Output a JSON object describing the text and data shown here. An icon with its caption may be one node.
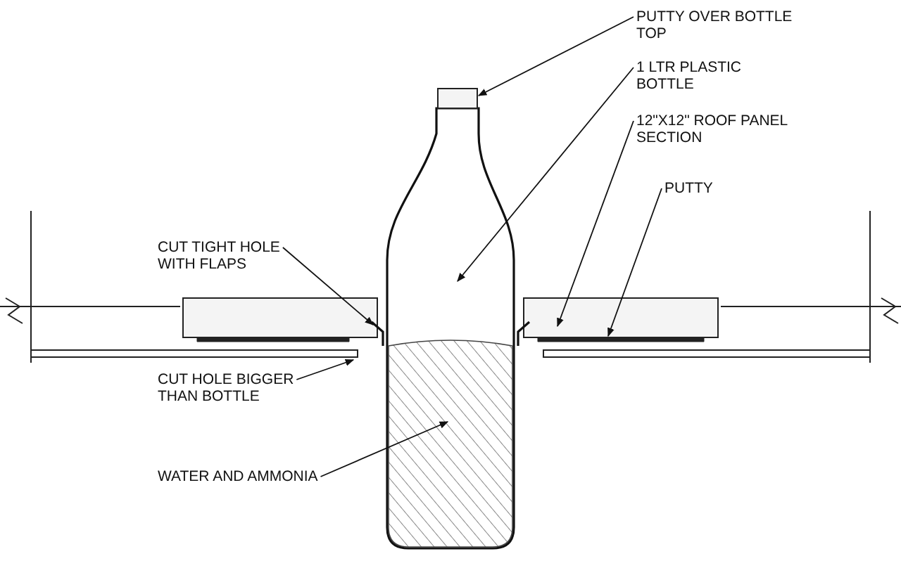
{
  "diagram": {
    "nodes": [
      {
        "text": [
          "PUTTY OVER BOTTLE TOP"
        ]
      },
      {
        "text": [
          "1 LTR PLASTIC BOTTLE"
        ]
      },
      {
        "text": [
          "12\"X12\" ROOF PANEL SECTION"
        ]
      },
      {
        "text": [
          "PUTTY"
        ]
      },
      {
        "text": [
          "CUT TIGHT HOLE WITH FLAPS"
        ]
      },
      {
        "text": [
          "CUT HOLE BIGGER THAN BOTTLE"
        ]
      },
      {
        "text": [
          "WATER AND AMMONIA"
        ]
      },
      {
        "text": [],
        "shape": "box"
      },
      {
        "text": [],
        "shape": "bottle"
      },
      {
        "text": [],
        "shape": "box"
      },
      {
        "text": [],
        "shape": "bar"
      },
      {
        "text": [],
        "shape": "picture"
      },
      {
        "text": [],
        "shape": "box",
        "in": 8
      },
      {
        "text": [],
        "shape": "box"
      }
    ],
    "edges": [
      {
        "from": 0,
        "to": 7,
        "arrow": "to"
      },
      {
        "from": 1,
        "to": 8,
        "arrow": "to"
      },
      {
        "from": 2,
        "to": 9,
        "arrow": "to"
      },
      {
        "from": 3,
        "to": 10,
        "arrow": "to"
      },
      {
        "from": 4,
        "to": 11,
        "arrow": "to"
      },
      {
        "from": 5,
        "to": 13,
        "arrow": "to"
      },
      {
        "from": 6,
        "to": 12,
        "arrow": "to"
      }
    ]
  }
}
